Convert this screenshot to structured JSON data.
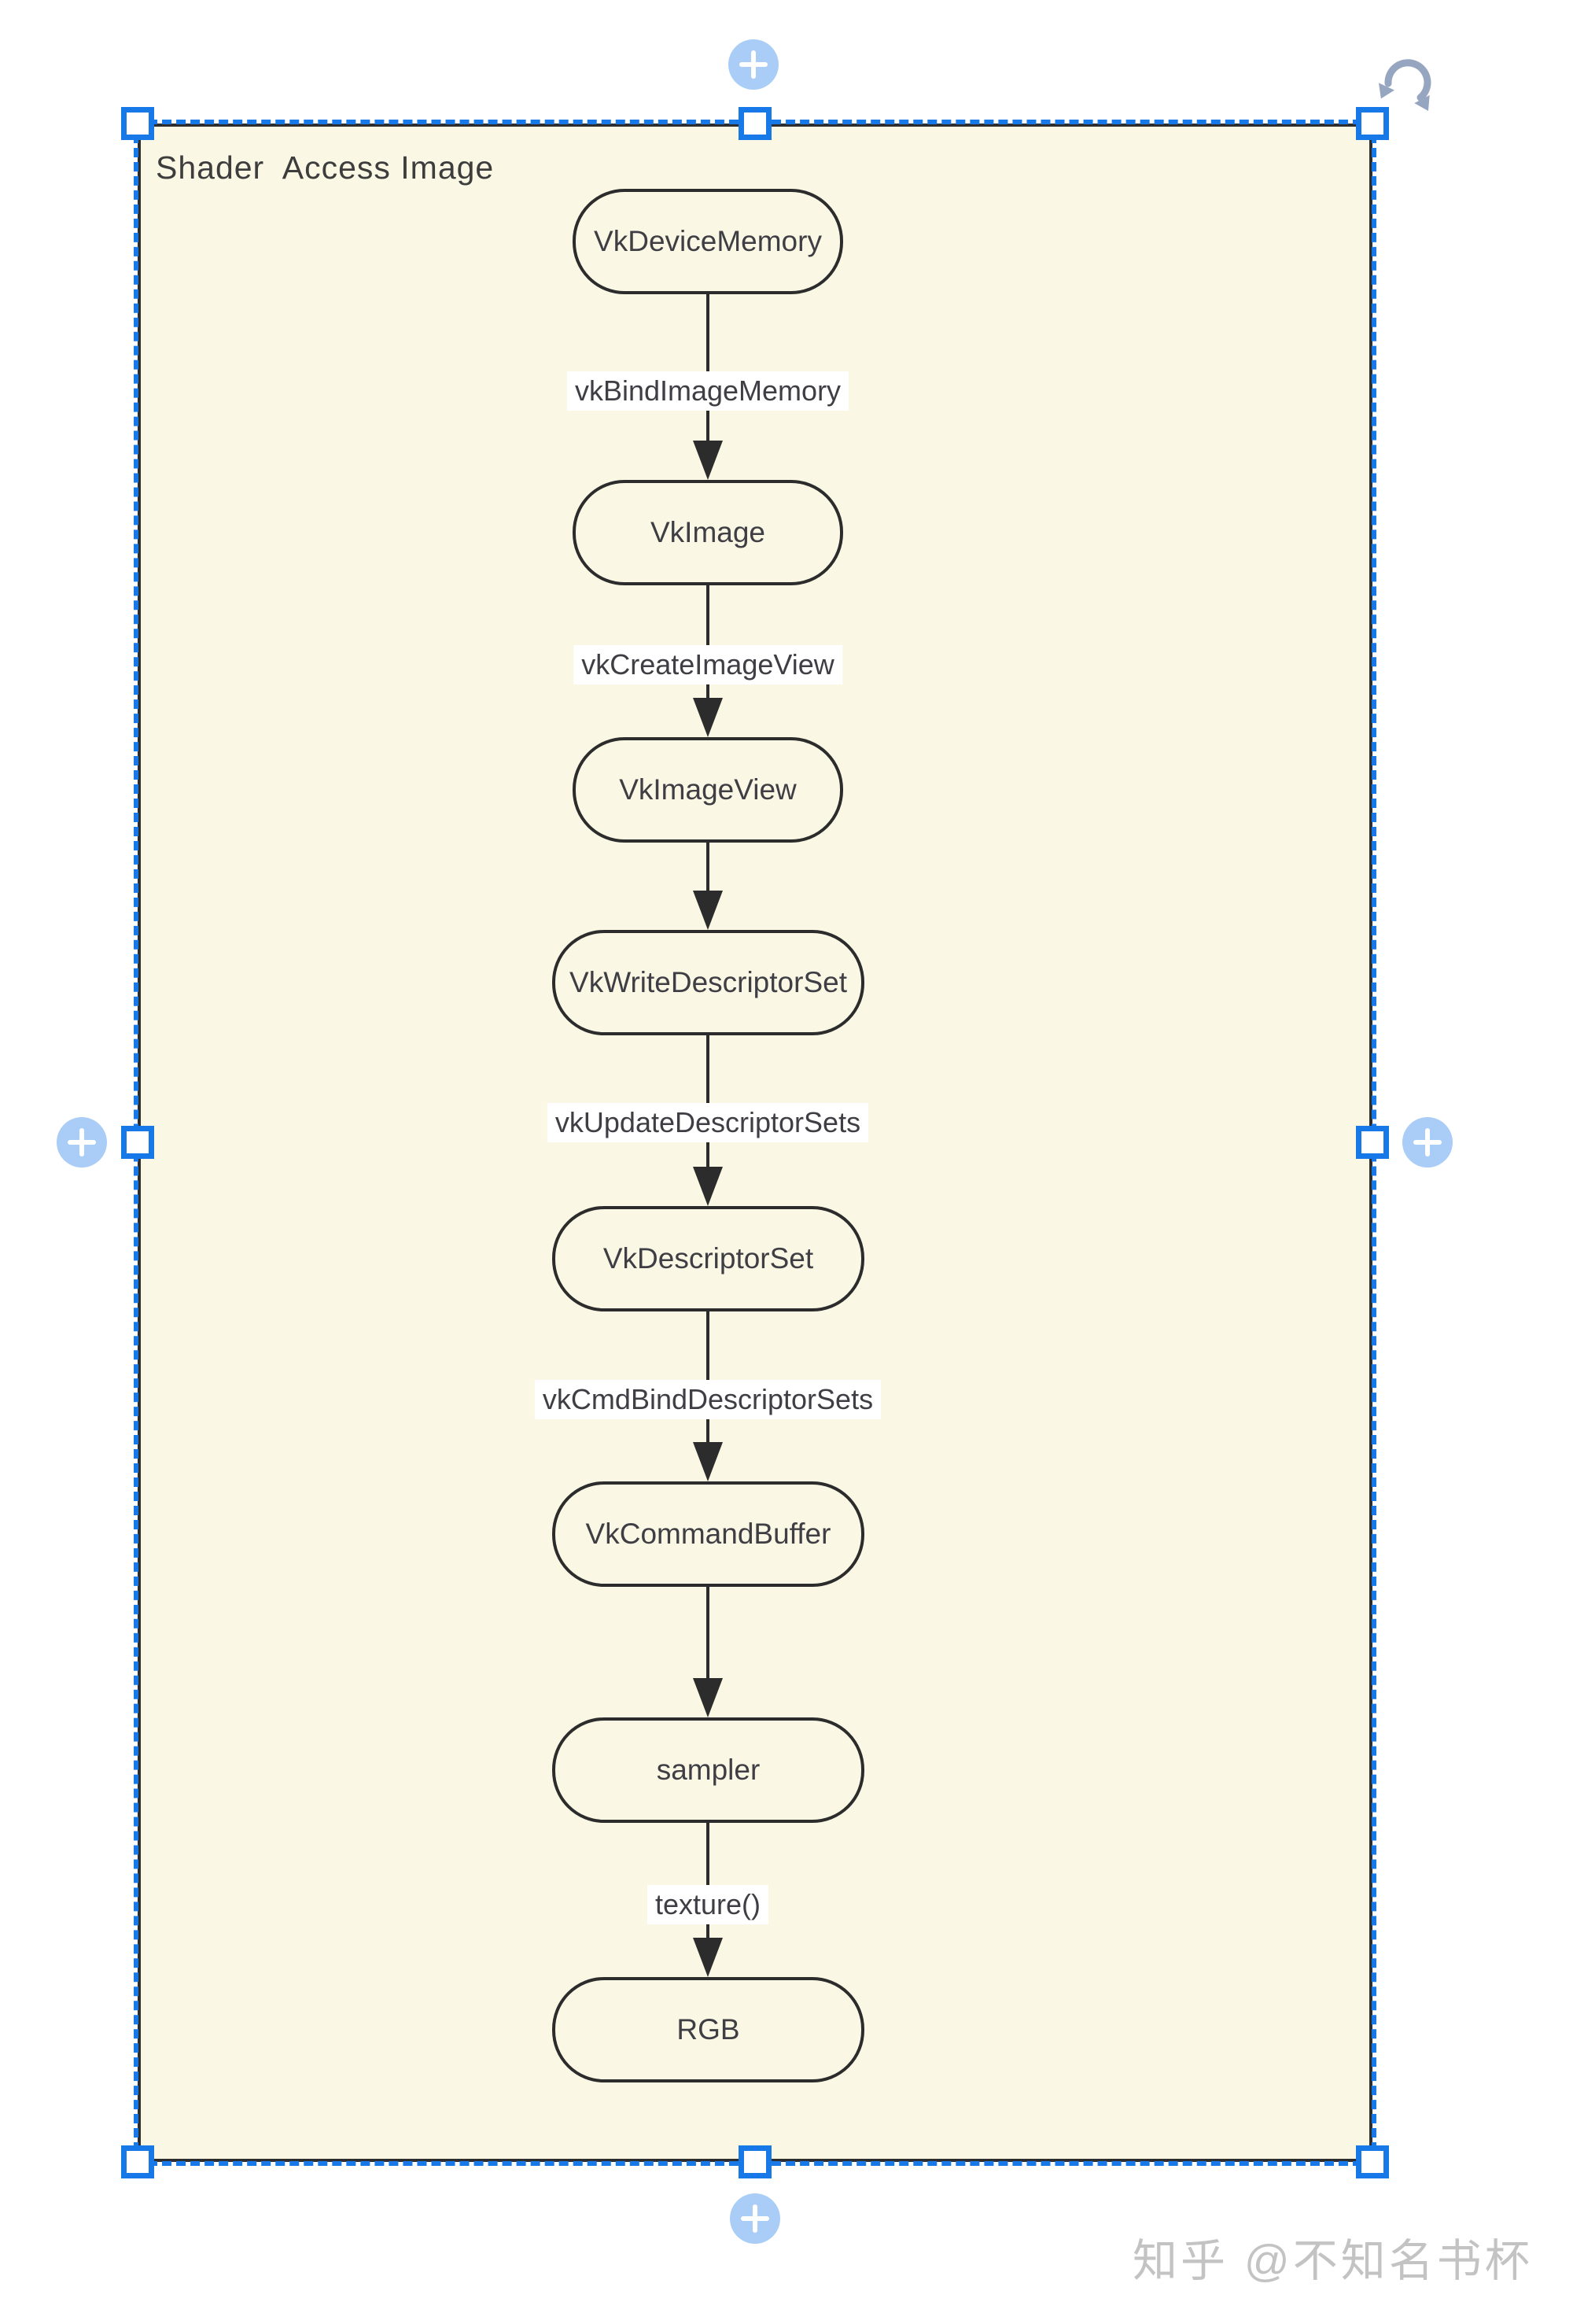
{
  "canvas": {
    "title": "Shader  Access Image"
  },
  "diagram": {
    "nodes": [
      {
        "id": "VkDeviceMemory",
        "label": "VkDeviceMemory"
      },
      {
        "id": "VkImage",
        "label": "VkImage"
      },
      {
        "id": "VkImageView",
        "label": "VkImageView"
      },
      {
        "id": "VkWriteDescriptorSet",
        "label": "VkWriteDescriptorSet"
      },
      {
        "id": "VkDescriptorSet",
        "label": "VkDescriptorSet"
      },
      {
        "id": "VkCommandBuffer",
        "label": "VkCommandBuffer"
      },
      {
        "id": "sampler",
        "label": "sampler"
      },
      {
        "id": "RGB",
        "label": "RGB"
      }
    ],
    "edges": [
      {
        "from": "VkDeviceMemory",
        "to": "VkImage",
        "label": "vkBindImageMemory"
      },
      {
        "from": "VkImage",
        "to": "VkImageView",
        "label": "vkCreateImageView"
      },
      {
        "from": "VkImageView",
        "to": "VkWriteDescriptorSet",
        "label": ""
      },
      {
        "from": "VkWriteDescriptorSet",
        "to": "VkDescriptorSet",
        "label": "vkUpdateDescriptorSets"
      },
      {
        "from": "VkDescriptorSet",
        "to": "VkCommandBuffer",
        "label": "vkCmdBindDescriptorSets"
      },
      {
        "from": "VkCommandBuffer",
        "to": "sampler",
        "label": ""
      },
      {
        "from": "sampler",
        "to": "RGB",
        "label": "texture()"
      }
    ]
  },
  "watermark": "知乎 @不知名书杯",
  "colors": {
    "canvas_fill": "#faf8e4",
    "node_border": "#2c2c2c",
    "selection_blue": "#1778e8",
    "add_button_fill": "#a9cdf7",
    "rotate_icon": "#97a6c0",
    "watermark_gray": "#c3c3c3",
    "page_background": "#ffffff"
  }
}
